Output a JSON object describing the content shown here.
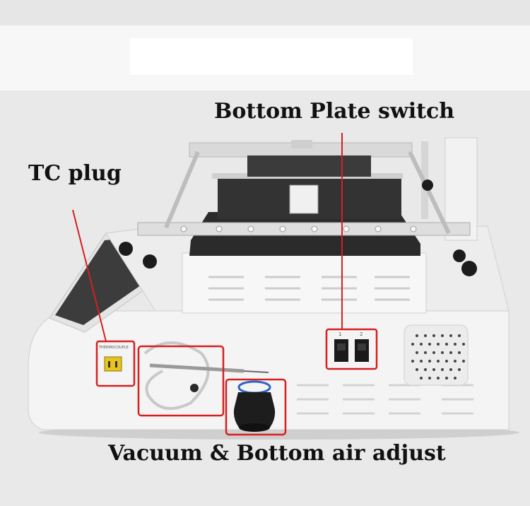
{
  "labels": {
    "bottom_plate_switch": "Bottom Plate switch",
    "tc_plug": "TC plug",
    "vacuum_bottom_air": "Vacuum & Bottom air adjust"
  },
  "panel_text": {
    "thermocouple": "THERMOCOUPLE"
  },
  "colors": {
    "highlight": "#d62020",
    "pointer_line": "#d62020",
    "machine_body": "#f4f4f4",
    "background": "#e9e9e9"
  }
}
